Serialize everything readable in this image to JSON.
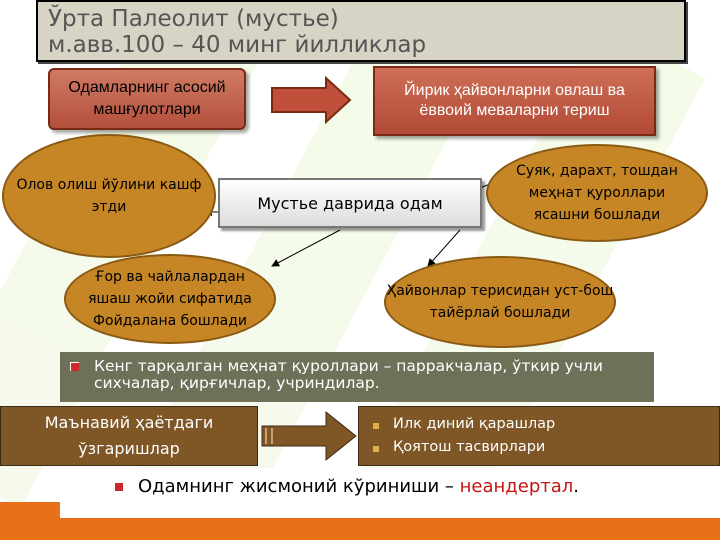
{
  "title": {
    "line1": "Ўрта Палеолит (мустье)",
    "line2": "м.авв.100 – 40 минг йилликлар"
  },
  "occupations": {
    "line1": "Одамларнинг асосий",
    "line2": "машғулотлари"
  },
  "hunting": {
    "line1": "Йирик ҳайвонларни овлаш ва",
    "line2": "ёввоий меваларни териш"
  },
  "center": {
    "label": "Мустье даврида одам"
  },
  "ellipses": {
    "fire": {
      "line1": "Олов олиш йўлини кашф",
      "line2": "этди"
    },
    "tools": {
      "line1": "Суяк, дарахт, тошдан",
      "line2": "меҳнат қуроллари",
      "line3": "ясашни бошлади"
    },
    "caves": {
      "line1": "Ғор ва чайлалардан",
      "line2": "яшаш жойи сифатида",
      "line3": "Фойдалана бошлади"
    },
    "skins": {
      "line1": "Ҳайвонлар терисидан уст-бош",
      "line2": "тайёрлай бошлади"
    }
  },
  "tools_bullet": {
    "line1": "Кенг тарқалган меҳнат қуроллари – парракчалар, ўткир учли",
    "line2": "сихчалар, қирғичлар, учриндилар."
  },
  "spiritual": {
    "line1": "Маънавий ҳаётдаги",
    "line2": "ўзгаришлар"
  },
  "spiritual_list": [
    "Илк диний қарашлар",
    "Қоятош тасвирлари"
  ],
  "footer": {
    "prefix": "Одамнинг жисмоний кўриниши – ",
    "highlight": "неандертал",
    "suffix": "."
  },
  "colors": {
    "ellipse_fill": "#c68626",
    "rect_fill": "#b3503c",
    "brown_box": "#7f5626",
    "footer_bar": "#e87018",
    "highlight": "#c41515"
  }
}
